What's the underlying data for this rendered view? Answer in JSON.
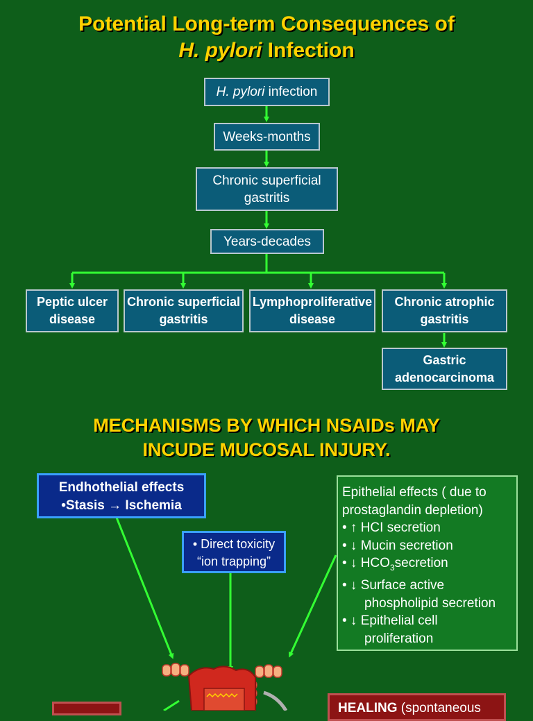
{
  "title": {
    "line1": "Potential Long-term Consequences of",
    "line2_italic": "H. pylori",
    "line2_rest": " Infection"
  },
  "flow": {
    "infection_italic": "H. pylori",
    "infection_rest": " infection",
    "weeks": "Weeks-months",
    "chronic_superficial_1": "Chronic superficial",
    "chronic_superficial_2": "gastritis",
    "years": "Years-decades",
    "outcomes": [
      {
        "line1": "Peptic ulcer",
        "line2": "disease"
      },
      {
        "line1": "Chronic superficial",
        "line2": "gastritis"
      },
      {
        "line1": "Lymphoproliferative",
        "line2": "disease"
      },
      {
        "line1": "Chronic atrophic",
        "line2": "gastritis"
      }
    ],
    "gastric_1": "Gastric",
    "gastric_2": "adenocarcinoma"
  },
  "mechanisms": {
    "heading_1": "MECHANISMS BY WHICH NSAIDs MAY",
    "heading_2": "INCUDE MUCOSAL INJURY.",
    "endothelial_title": "Endhothelial effects",
    "endothelial_item_a": "•Stasis ",
    "endothelial_arrow": "→",
    "endothelial_item_b": " Ischemia",
    "direct_1": "• Direct toxicity",
    "direct_2": "“ion trapping”",
    "epithelial": {
      "line1": "Epithelial effects ( due to",
      "line2": "prostaglandin depletion)",
      "item1": "• ↑ HCI secretion",
      "item2": "• ↓ Mucin secretion",
      "item3_a": "• ↓ HCO",
      "item3_sub": "3",
      "item3_b": "secretion",
      "item4": "• ↓ Surface active",
      "item4_cont": "phospholipid secretion",
      "item5": "• ↓ Epithelial cell",
      "item5_cont": "proliferation"
    },
    "healing_bold": "HEALING",
    "healing_rest": " (spontaneous"
  },
  "colors": {
    "background": "#0e5e1a",
    "title": "#ffd200",
    "flow_box": "#0b5c78",
    "arrow": "#33ff33"
  }
}
